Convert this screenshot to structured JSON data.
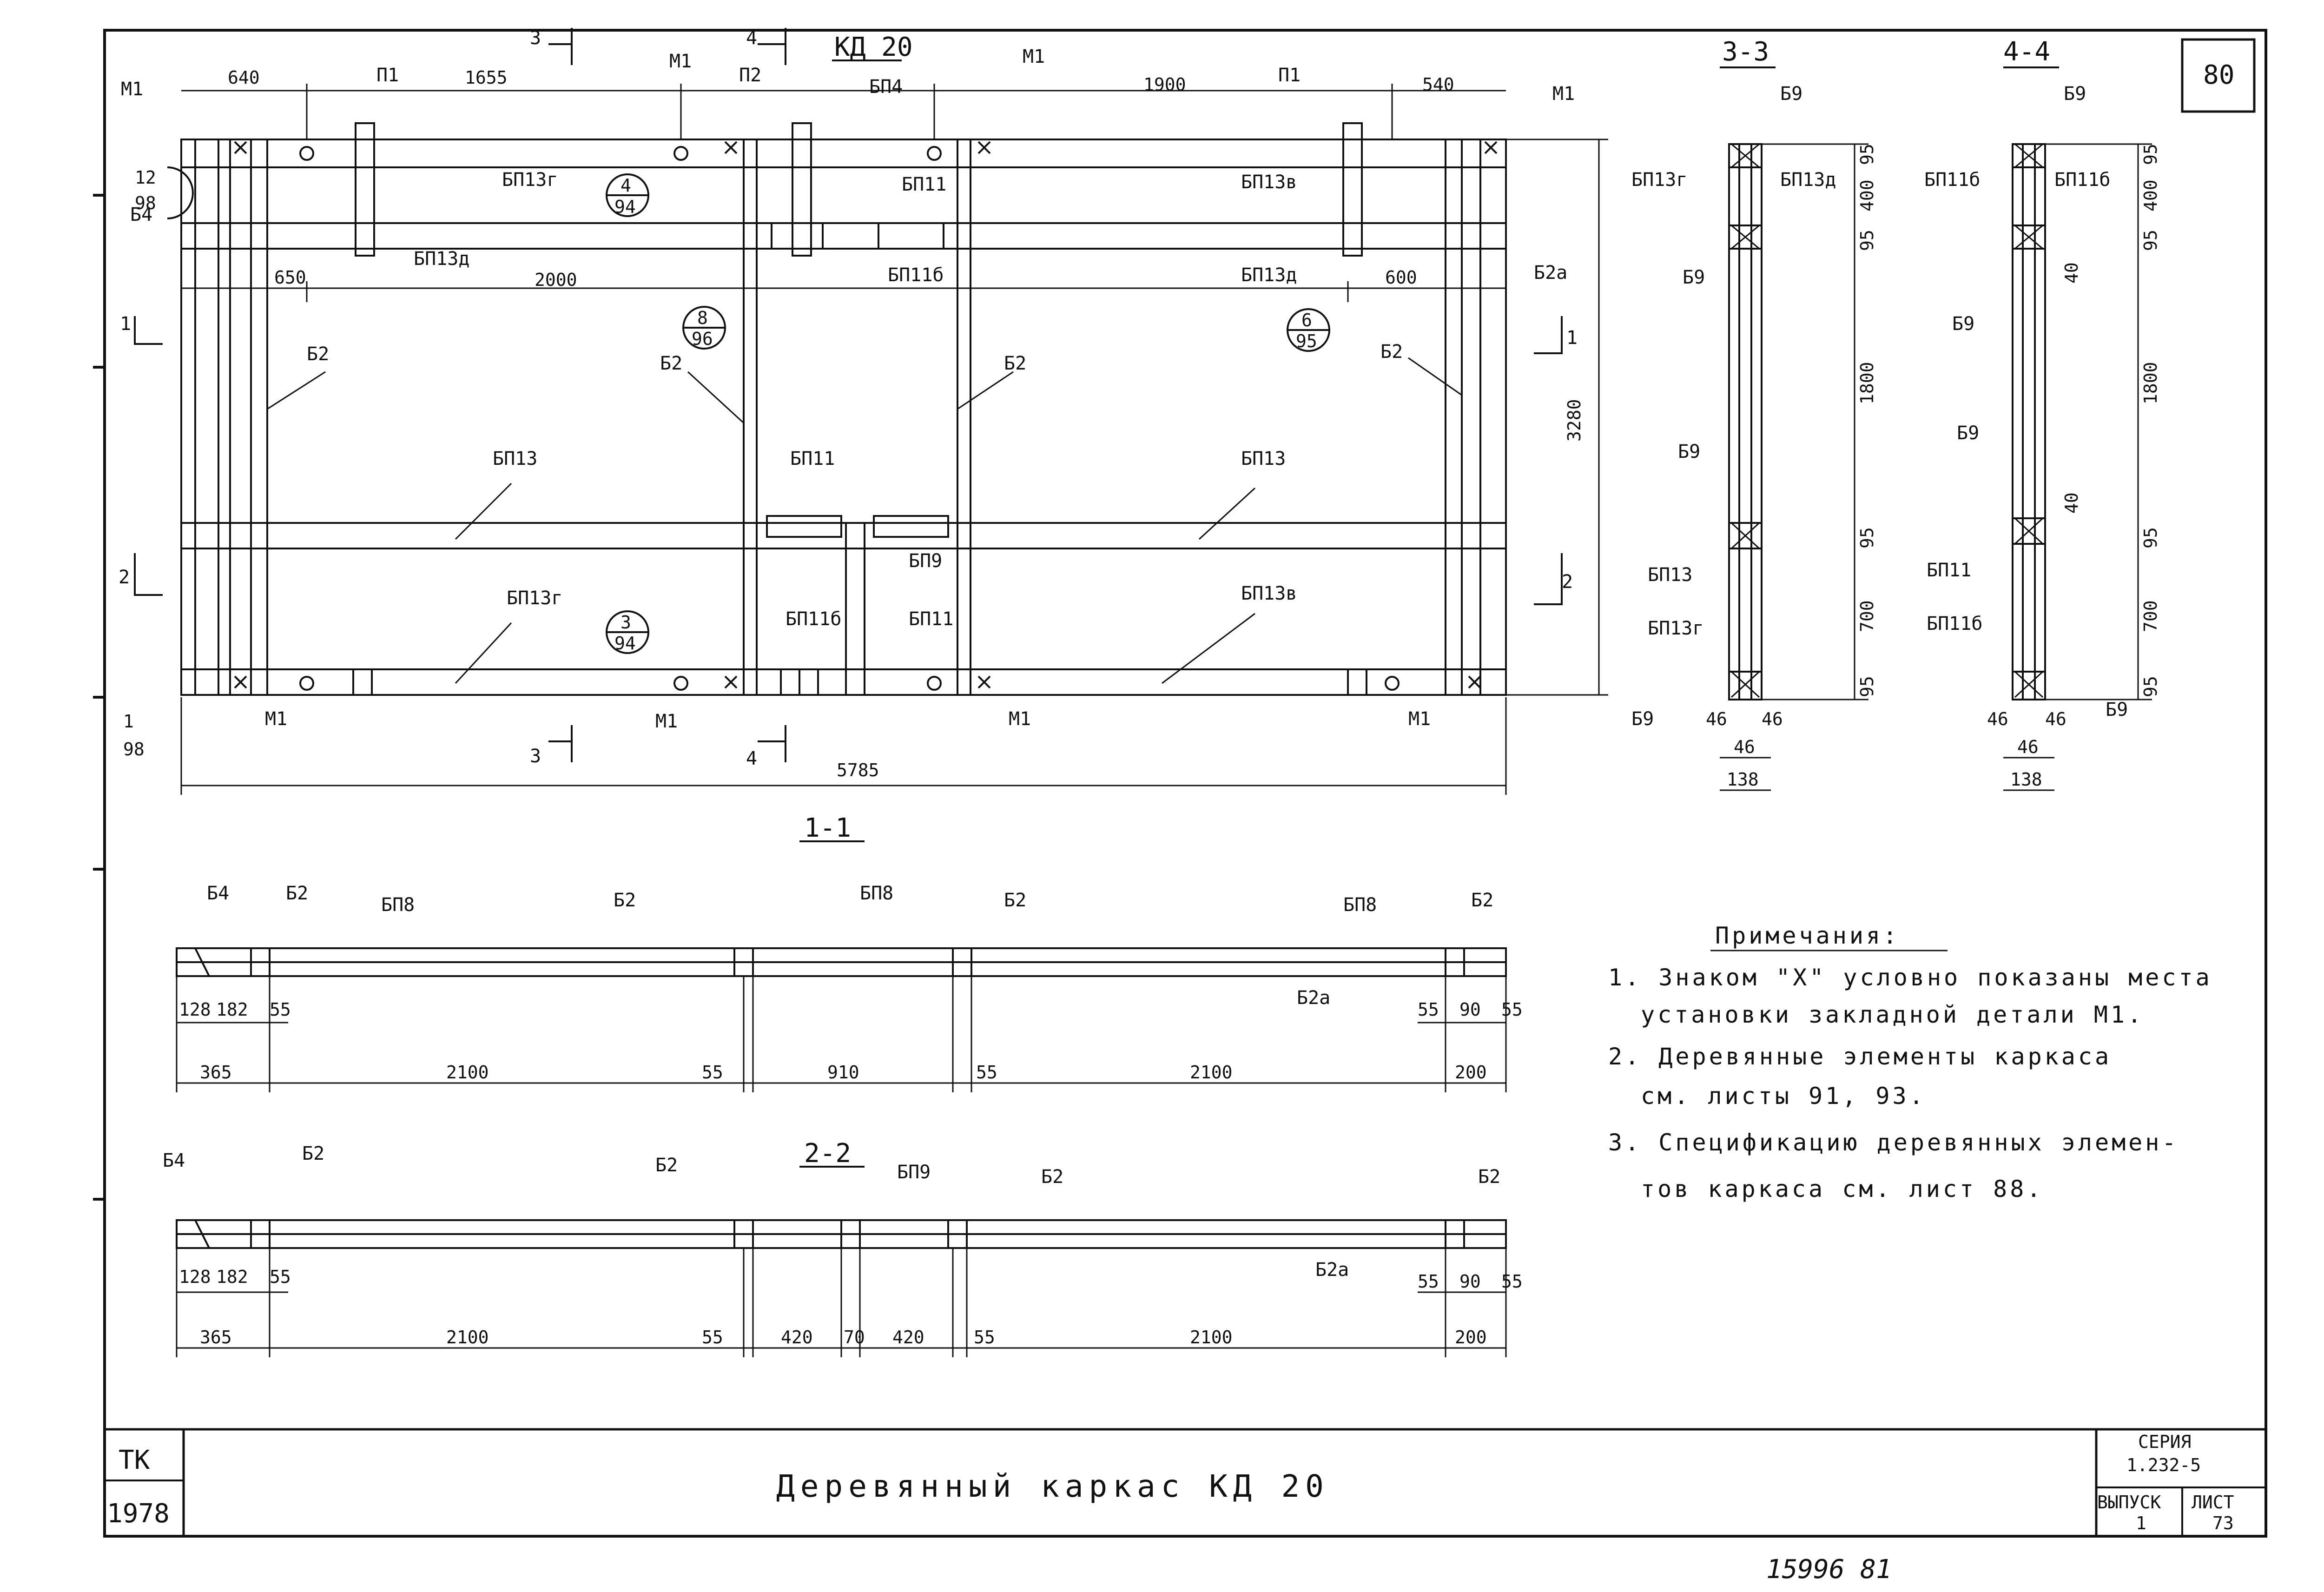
{
  "sheet": {
    "number": "80",
    "main_title": "КД 20",
    "stamp_left_top": "ТК",
    "stamp_left_bottom": "1978",
    "drawing_title": "Деревянный каркас КД 20",
    "series_label": "СЕРИЯ",
    "series_value": "1.232-5",
    "issue_label": "ВЫПУСК",
    "issue_value": "1",
    "sheet_label": "ЛИСТ",
    "sheet_value": "73",
    "handwritten": "15996  81"
  },
  "plan": {
    "callouts": {
      "m1": "М1",
      "p1": "П1",
      "p2": "П2",
      "bp4": "БП4",
      "bp13g": "БП13г",
      "bp13d": "БП13д",
      "bp13v": "БП13в",
      "bp13": "БП13",
      "bp11": "БП11",
      "bp11b": "БП11б",
      "bp9": "БП9",
      "b2": "Б2",
      "b2a": "Б2а",
      "b4": "Б4"
    },
    "dims": {
      "d640": "640",
      "d1655": "1655",
      "d1900": "1900",
      "d540": "540",
      "d650": "650",
      "d2000": "2000",
      "d600": "600",
      "d3280": "3280",
      "d5785": "5785"
    },
    "refs": {
      "r4_94": [
        "4",
        "94"
      ],
      "r8_96": [
        "8",
        "96"
      ],
      "r6_95": [
        "6",
        "95"
      ],
      "r3_94": [
        "3",
        "94"
      ],
      "r12_98": [
        "12",
        "98"
      ],
      "r1_98": [
        "1",
        "98"
      ]
    },
    "section_marks": {
      "s1": "1",
      "s2": "2",
      "s3": "3",
      "s4": "4"
    }
  },
  "section_3_3": {
    "title": "3-3",
    "labels": [
      "Б9",
      "БП13г",
      "БП13д",
      "Б9",
      "Б9",
      "БП13",
      "БП13г",
      "Б9"
    ],
    "dims": [
      "95",
      "400",
      "95",
      "1800",
      "95",
      "700",
      "95",
      "46",
      "46",
      "46",
      "138"
    ]
  },
  "section_4_4": {
    "title": "4-4",
    "labels": [
      "Б9",
      "БП11б",
      "БП11б",
      "Б9",
      "Б9",
      "БП11",
      "БП11б",
      "Б9"
    ],
    "dims": [
      "95",
      "400",
      "95",
      "40",
      "1800",
      "40",
      "95",
      "700",
      "95",
      "46",
      "46",
      "46",
      "138"
    ]
  },
  "section_1_1": {
    "title": "1-1",
    "labels": {
      "b4": "Б4",
      "b2": "Б2",
      "bp8": "БП8",
      "b2a": "Б2а"
    },
    "small_dims": [
      "128",
      "182",
      "55",
      "55",
      "90",
      "55"
    ],
    "dims": [
      "365",
      "2100",
      "55",
      "910",
      "55",
      "2100",
      "200"
    ]
  },
  "section_2_2": {
    "title": "2-2",
    "labels": {
      "b4": "Б4",
      "b2": "Б2",
      "bp9": "БП9",
      "b2a": "Б2а"
    },
    "small_dims": [
      "128",
      "182",
      "55",
      "55",
      "90",
      "55"
    ],
    "dims": [
      "365",
      "2100",
      "55",
      "420",
      "70",
      "420",
      "55",
      "2100",
      "200"
    ]
  },
  "notes": {
    "heading": "Примечания:",
    "lines": [
      "1. Знаком \"Х\" условно показаны места",
      "установки закладной детали М1.",
      "2. Деревянные элементы каркаса",
      "см. листы 91, 93.",
      "3. Спецификацию деревянных элемен-",
      "тов каркаса см. лист 88."
    ]
  }
}
